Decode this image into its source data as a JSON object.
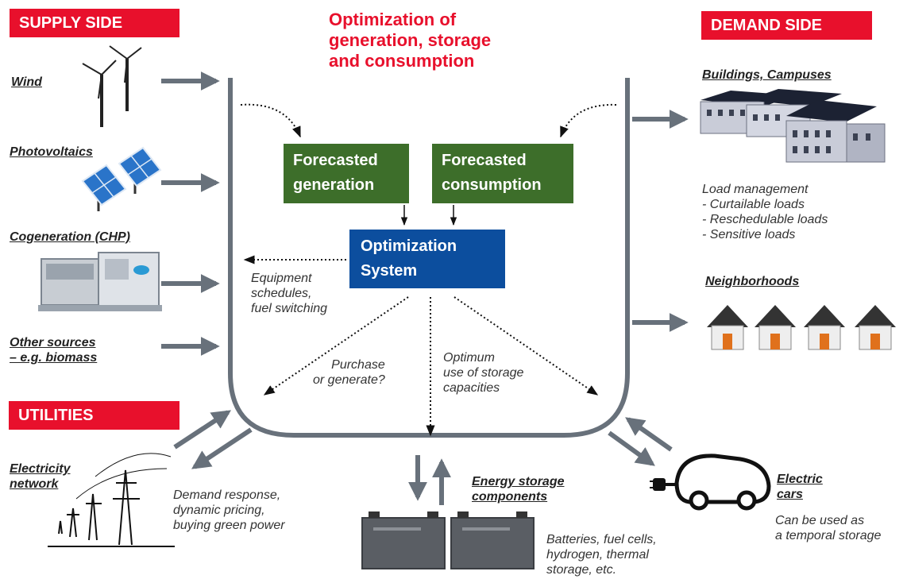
{
  "banners": {
    "supply": "SUPPLY SIDE",
    "demand": "DEMAND SIDE",
    "utilities": "UTILITIES"
  },
  "title": {
    "line1": "Optimization of",
    "line2": "generation, storage",
    "line3": "and consumption"
  },
  "supply": {
    "wind": "Wind",
    "pv": "Photovoltaics",
    "chp": "Cogeneration (CHP)",
    "other_line1": "Other sources",
    "other_line2": "– e.g. biomass"
  },
  "utilities": {
    "network_line1": "Electricity",
    "network_line2": "network",
    "dr_line1": "Demand response,",
    "dr_line2": "dynamic pricing,",
    "dr_line3": "buying green power"
  },
  "center": {
    "fg_line1": "Forecasted",
    "fg_line2": "generation",
    "fc_line1": "Forecasted",
    "fc_line2": "consumption",
    "opt_line1": "Optimization",
    "opt_line2": "System",
    "eq_line1": "Equipment",
    "eq_line2": "schedules,",
    "eq_line3": "fuel switching",
    "pg_line1": "Purchase",
    "pg_line2": "or generate?",
    "os_line1": "Optimum",
    "os_line2": "use of storage",
    "os_line3": "capacities"
  },
  "storage": {
    "label_line1": "Energy storage",
    "label_line2": "components",
    "desc_line1": "Batteries, fuel cells,",
    "desc_line2": "hydrogen, thermal",
    "desc_line3": "storage, etc."
  },
  "demand": {
    "buildings": "Buildings, Campuses",
    "lm_line1": "Load management",
    "lm_line2": "- Curtailable loads",
    "lm_line3": "- Reschedulable loads",
    "lm_line4": "- Sensitive loads",
    "neighborhoods": "Neighborhoods",
    "cars_line1": "Electric",
    "cars_line2": "cars",
    "cars_desc_line1": "Can be used as",
    "cars_desc_line2": "a temporal storage"
  },
  "colors": {
    "banner": "#e8102c",
    "green_box": "#3d6e2a",
    "blue_box": "#0c4e9e",
    "arrow_gray": "#68717b"
  }
}
